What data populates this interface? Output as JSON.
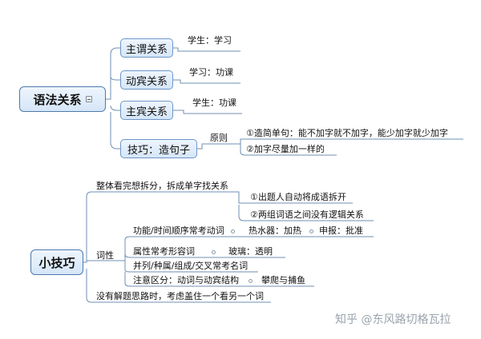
{
  "map1": {
    "root": "语法关系",
    "branches": [
      {
        "label": "主谓关系",
        "example": "学生：学习"
      },
      {
        "label": "动宾关系",
        "example": "学习：功课"
      },
      {
        "label": "主宾关系",
        "example": "学生：功课"
      },
      {
        "label": "技巧：造句子",
        "sub_label": "原则",
        "rules": [
          "①造简单句：能不加字就不加字，能少加字就少加字",
          "②加字尽量加一样的"
        ]
      }
    ]
  },
  "map2": {
    "root": "小技巧",
    "items": [
      {
        "text": "整体看完想拆分，拆成单字找关系",
        "children": [
          "①出题人自动将成语拆开",
          "②两组词语之间没有逻辑关系"
        ]
      },
      {
        "text": "词性",
        "children": [
          {
            "text": "功能/时间顺序常考动词",
            "example": "热水器：加热",
            "example2": "申报：批准"
          },
          {
            "text": "属性常考形容词",
            "example": "玻璃：透明"
          },
          {
            "text": "并列/种属/组成/交叉常考名词"
          },
          {
            "text": "注意区分：动词与动宾结构",
            "example": "攀爬与捕鱼"
          }
        ]
      },
      {
        "text": "没有解题思路时，考虑盖住一个看另一个词"
      }
    ]
  },
  "watermark": "知乎 @东风路切格瓦拉"
}
